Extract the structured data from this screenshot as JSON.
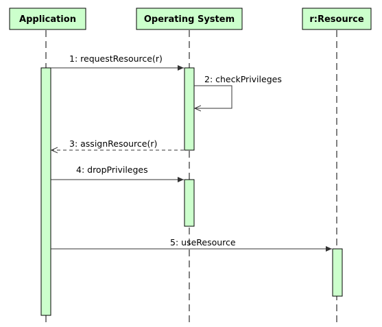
{
  "diagram": {
    "type": "sequence",
    "fill_color": "#ccffcc",
    "stroke_color": "#000000",
    "participants": [
      {
        "id": "app",
        "label": "Application"
      },
      {
        "id": "os",
        "label": "Operating System"
      },
      {
        "id": "res",
        "label": "r:Resource"
      }
    ],
    "messages": [
      {
        "number": "1",
        "label": "1: requestResource(r)",
        "from": "app",
        "to": "os",
        "kind": "call"
      },
      {
        "number": "2",
        "label": "2: checkPrivileges",
        "from": "os",
        "to": "os",
        "kind": "self"
      },
      {
        "number": "3",
        "label": "3: assignResource(r)",
        "from": "os",
        "to": "app",
        "kind": "return"
      },
      {
        "number": "4",
        "label": "4: dropPrivileges",
        "from": "app",
        "to": "os",
        "kind": "call"
      },
      {
        "number": "5",
        "label": "5: useResource",
        "from": "app",
        "to": "res",
        "kind": "call"
      }
    ]
  }
}
